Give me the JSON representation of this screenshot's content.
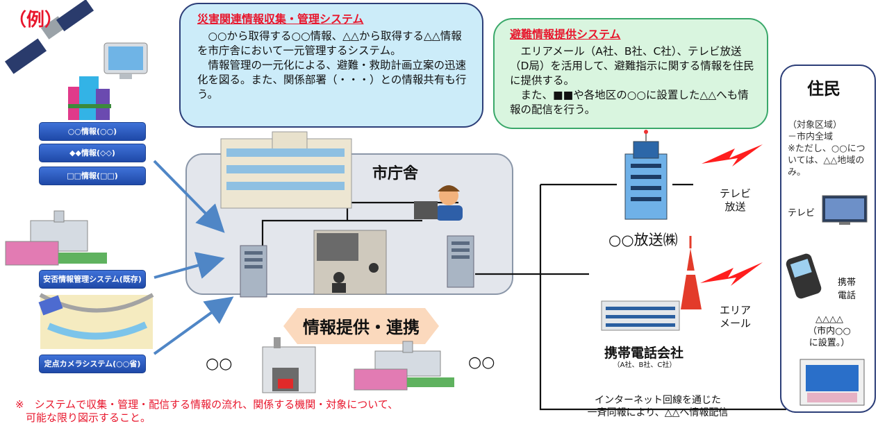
{
  "example_label": "（例）",
  "sources": {
    "items": [
      "○○情報(○○)",
      "◆◆情報(◇◇)",
      "□□情報(□□)"
    ],
    "safety_system": "安否情報管理システム(既存)",
    "camera_system": "定点カメラシステム(○○省)"
  },
  "system_box": {
    "title": "災害関連情報収集・管理システム",
    "body": "　○○から取得する○○情報、△△から取得する△△情報を市庁舎において一元管理するシステム。\n　情報管理の一元化による、避難・救助計画立案の迅速化を図る。また、関係部署（・・・）との情報共有も行う。"
  },
  "evac_box": {
    "title": "避難情報提供システム",
    "body": "　エリアメール（A社、B社、C社）、テレビ放送（D局）を活用して、避難指示に関する情報を住民に提供する。\n　また、■■や各地区の○○に設置した△△へも情報の配信を行う。"
  },
  "city_hall": "市庁舎",
  "info_share": "情報提供・連携",
  "oo_left": "○○",
  "oo_right": "○○",
  "broadcaster": "○○放送㈱",
  "tv_broadcast": "テレビ\n放送",
  "area_mail": "エリア\nメール",
  "carrier_name": "携帯電話会社",
  "carrier_sub": "（A社、B社、C社）",
  "internet_note": "インターネット回線を通じた\n一斉同報により、△△へ情報配信",
  "residents": {
    "title": "住民",
    "area_text": "（対象区域）\n－市内全域\n※ただし、○○については、△△地域のみ。",
    "tv": "テレビ",
    "mobile": "携帯\n電話",
    "signage": "△△△△\n（市内○○\nに設置。）"
  },
  "footnote": "※　システムで収集・管理・配信する情報の流れ、関係する機関・対象について、\n　可能な限り図示すること。",
  "colors": {
    "title_red": "#e8162c",
    "source_blue": "#2a56c0",
    "arrow_blue": "#4f86c6",
    "bolt_red": "#ff1e1e"
  }
}
